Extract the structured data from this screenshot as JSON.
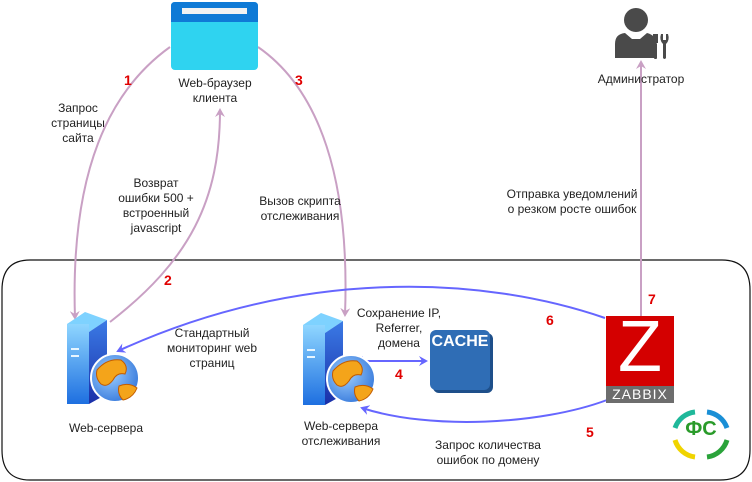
{
  "nodes": {
    "browser": {
      "label": "Web-браузер\nклиента"
    },
    "admin": {
      "label": "Администратор"
    },
    "web_servers": {
      "label": "Web-сервера"
    },
    "tracking_servers": {
      "label": "Web-сервера\nотслеживания"
    },
    "cache": {
      "label": "CACHE"
    },
    "zabbix": {
      "letter": "Z",
      "label": "ZABBIX"
    },
    "logo": {
      "label": "ФС"
    }
  },
  "edges": [
    {
      "step": "1",
      "label": "Запрос\nстраницы\nсайта"
    },
    {
      "step": "2",
      "label": "Возврат\nошибки 500 +\nвстроенный\njavascript"
    },
    {
      "step": "3",
      "label": "Вызов скрипта\nотслеживания"
    },
    {
      "step": "4",
      "label": "Сохранение IP,\nReferrer,\nдомена"
    },
    {
      "step": "5",
      "label": "Запрос количества\nошибок по домену"
    },
    {
      "step": "6",
      "label": "Стандартный\nмониторинг web\nстраниц"
    },
    {
      "step": "7",
      "label": "Отправка уведомлений\nо резком росте ошибок"
    }
  ],
  "colors": {
    "step_number": "#e00000",
    "pink_arrow": "#c9a0c4",
    "blue_arrow": "#6666ff",
    "zabbix_red": "#d40000",
    "zabbix_gray": "#6d6d6d",
    "cache_blue": "#2f6db5",
    "browser_cyan": "#2fd3f0",
    "browser_blue": "#0f7ad6"
  }
}
